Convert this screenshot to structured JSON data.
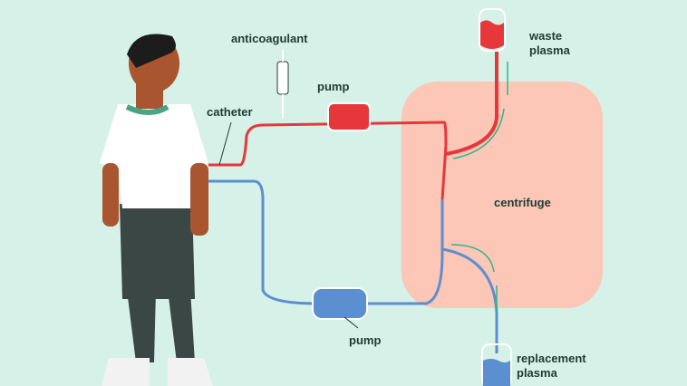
{
  "labels": {
    "anticoagulant": "anticoagulant",
    "catheter": "catheter",
    "pump_top": "pump",
    "pump_bottom": "pump",
    "waste_plasma": "waste plasma",
    "centrifuge": "centrifuge",
    "replacement_plasma": "replacement plasma"
  },
  "colors": {
    "background": "#d6f1e7",
    "centrifuge": "#fcc7b6",
    "blood_red": "#e6383b",
    "return_blue": "#5b8fcf",
    "arrow_green": "#2fb58a"
  }
}
